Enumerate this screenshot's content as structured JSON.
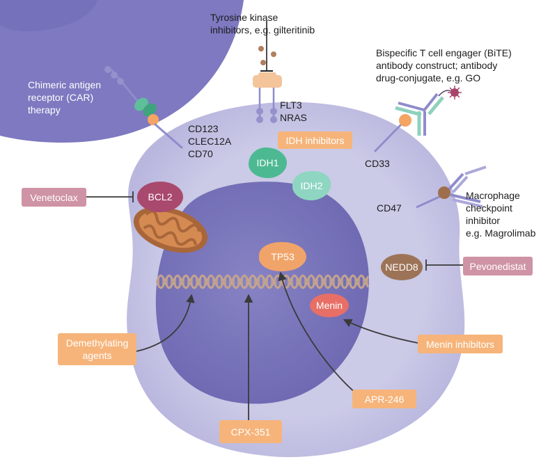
{
  "labels": {
    "car_therapy": [
      "Chimeric antigen",
      "receptor (CAR)",
      "therapy"
    ],
    "tki": [
      "Tyrosine kinase",
      "inhibitors, e.g. gilteritinib"
    ],
    "bite": [
      "Bispecific T cell engager (BiTE)",
      "antibody construct; antibody",
      "drug-conjugate, e.g. GO"
    ],
    "car_targets": [
      "CD123",
      "CLEC12A",
      "CD70"
    ],
    "flt3_nras": [
      "FLT3",
      "NRAS"
    ],
    "cd33": "CD33",
    "macrophage": [
      "Macrophage",
      "checkpoint",
      "inhibitor",
      "e.g. Magrolimab"
    ],
    "cd47": "CD47"
  },
  "proteins": {
    "idh1": "IDH1",
    "idh2": "IDH2",
    "bcl2": "BCL2",
    "tp53": "TP53",
    "menin": "Menin",
    "nedd8": "NEDD8"
  },
  "drugs": {
    "idh_inhibitors": "IDH inhibitors",
    "venetoclax": "Venetoclax",
    "pevonedistat": "Pevonedistat",
    "demethylating": [
      "Demethylating",
      "agents"
    ],
    "menin_inhibitors": "Menin inhibitors",
    "apr246": "APR-246",
    "cpx351": "CPX-351"
  },
  "colors": {
    "t_cell": "#7d78bf",
    "cell_body": "#c9c8e6",
    "nucleus": "#7672b8",
    "drug_box": "#f6b47a",
    "inhibitor_box": "#cf93a6",
    "dna": "#c3a187"
  }
}
